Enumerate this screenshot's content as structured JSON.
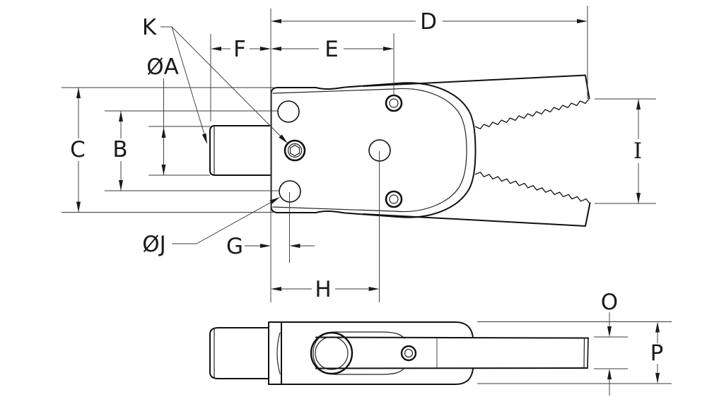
{
  "labels": {
    "k": "K",
    "dia_a": "ØA",
    "f": "F",
    "e": "E",
    "d": "D",
    "c": "C",
    "b": "B",
    "i": "I",
    "dia_j": "ØJ",
    "g": "G",
    "h": "H",
    "o": "O",
    "p": "P"
  },
  "colors": {
    "background": "#ffffff",
    "outline": "#111111",
    "dimension_lines": "#3a3a3a",
    "text": "#1a1a1a"
  }
}
